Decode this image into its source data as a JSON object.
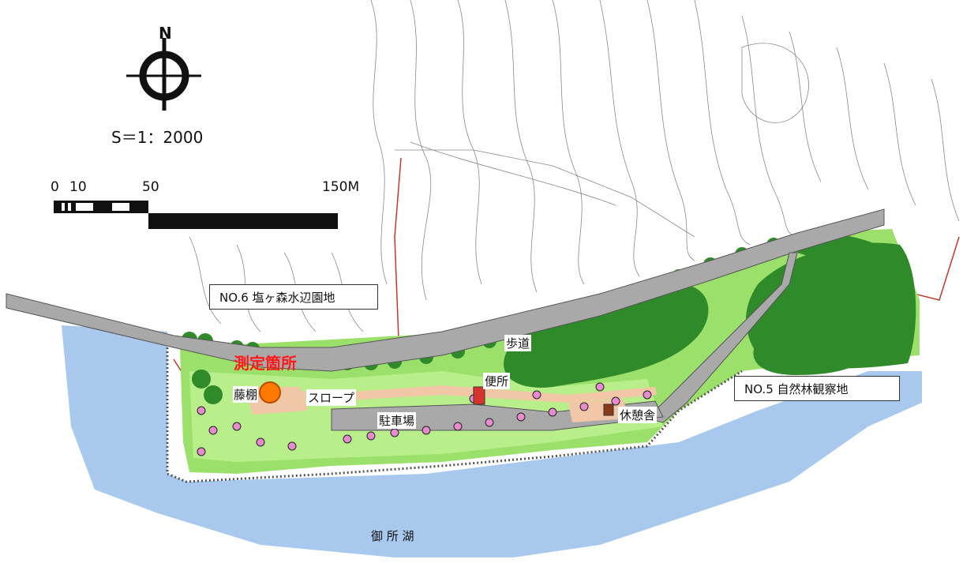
{
  "compass": {
    "north_label": "N",
    "icon": "north-arrow-icon"
  },
  "scale": {
    "ratio_label": "S＝1：2000",
    "ticks": [
      "0",
      "10",
      "50",
      "150M"
    ]
  },
  "areas": {
    "no6": "NO.6  塩ヶ森水辺園地",
    "no5": "NO.5  自然林観察地"
  },
  "places": {
    "measurement_point": "測定箇所",
    "wisteria": "藤棚",
    "slope": "スロープ",
    "sidewalk": "歩道",
    "toilet": "便所",
    "parking": "駐車場",
    "rest_house": "休憩舎",
    "lake": "御 所 湖"
  },
  "colors": {
    "water": "#a8c8ee",
    "grass": "#9be06a",
    "forest": "#2f8a2a",
    "road": "#a9a9a9",
    "path": "#f1c7a7",
    "marker": "#ff7a00",
    "measurement_text": "#ff1a1a"
  }
}
